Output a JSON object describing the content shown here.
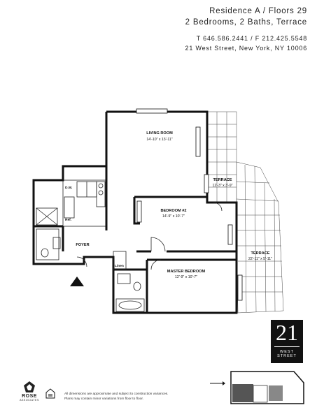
{
  "header": {
    "line1": "Residence A   /   Floors 29",
    "line2": "2 Bedrooms, 2 Baths, Terrace",
    "line3": "T 646.586.2441   /   F 212.425.5548",
    "line4": "21 West Street, New York, NY 10006"
  },
  "rooms": {
    "living_name": "LIVING ROOM",
    "living_dim": "14'-10\" x 13'-11\"",
    "terrace1_name": "TERRACE",
    "terrace1_dim": "12'-3\" x 3'-9\"",
    "bedroom2_name": "BEDROOM #2",
    "bedroom2_dim": "14'-9\" x 10'-7\"",
    "terrace2_name": "TERRACE",
    "terrace2_dim": "22'-11\" x 5'-11\"",
    "master_name": "MASTER BEDROOM",
    "master_dim": "12'-9\" x 10'-7\"",
    "foyer": "FOYER",
    "linen": "Linen",
    "dw": "D.W.",
    "ref": "Ref."
  },
  "logo": {
    "number": "21",
    "name": "WEST STREET"
  },
  "rose": {
    "name": "ROSE",
    "sub": "ASSOCIATES"
  },
  "disclaimer": {
    "line1": "All dimensions are approximate and subject to construction variances.",
    "line2": "Plans may contain minor variations from floor to floor."
  }
}
